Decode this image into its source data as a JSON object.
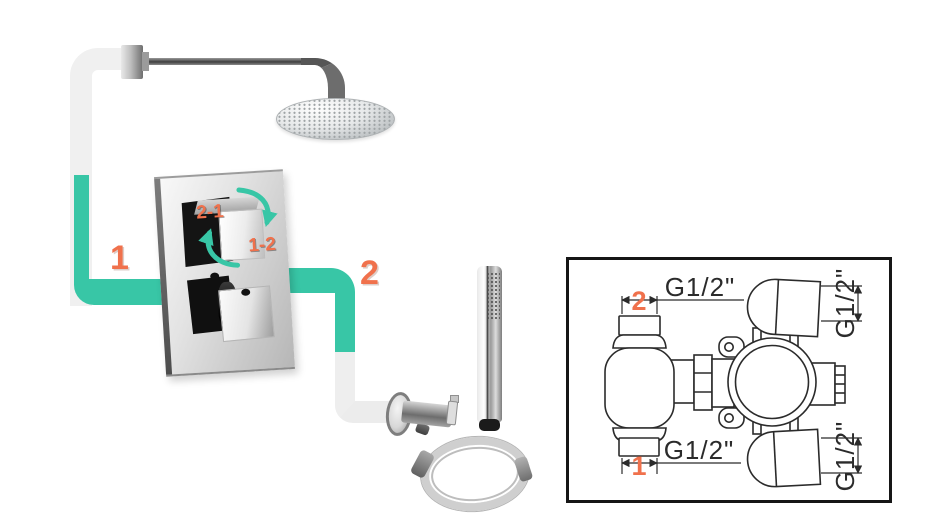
{
  "labels": {
    "pipe1": "1",
    "pipe2": "2",
    "mode_top": "2-1",
    "mode_bottom": "1-2"
  },
  "diagram": {
    "dim_num_top": "2",
    "dim_num_bottom": "1",
    "thread_top_left": "G1/2\"",
    "thread_bottom_left": "G1/2\"",
    "thread_top_right": "G1/2\"",
    "thread_bottom_right": "G1/2\""
  },
  "colors": {
    "teal": "#38c6a6",
    "orange": "#f0714c",
    "ink": "#2b2b2b"
  }
}
